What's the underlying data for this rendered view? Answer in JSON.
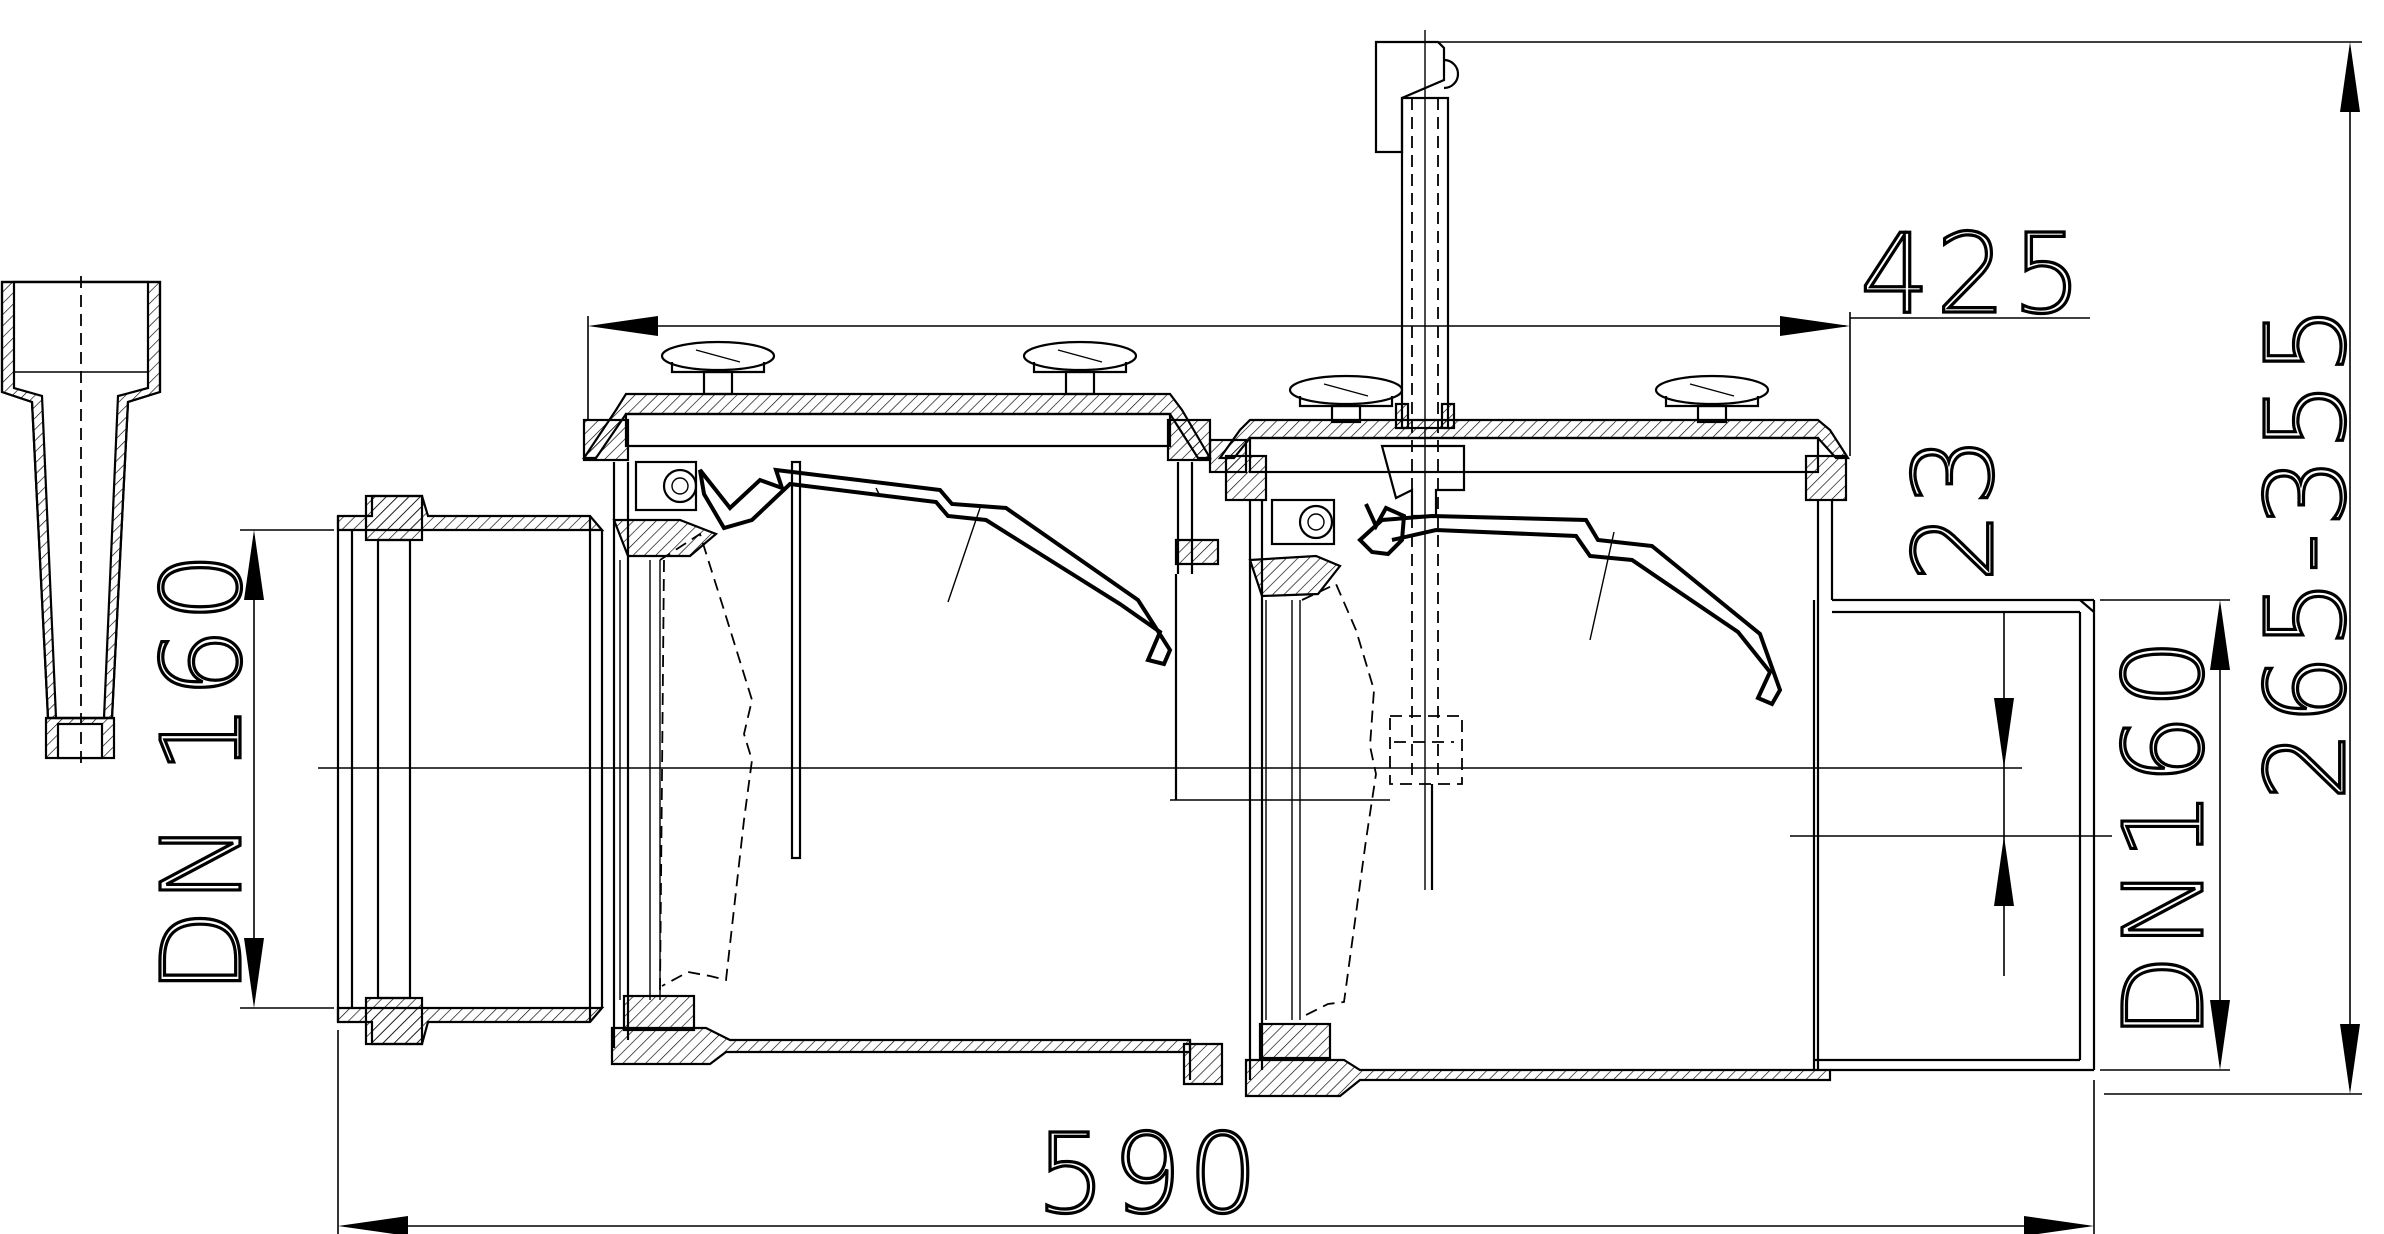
{
  "dimensions": {
    "total_length": "590",
    "upper_length": "425",
    "height_range": "265-355",
    "offset": "23",
    "inlet_dn": "DN 160",
    "outlet_dn": "DN160"
  }
}
